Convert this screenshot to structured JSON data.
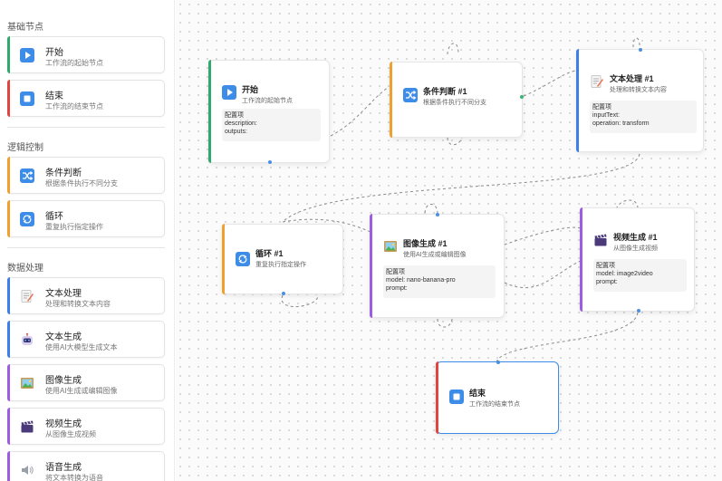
{
  "sidebar": {
    "sections": [
      {
        "title": "基础节点",
        "items": [
          {
            "label": "开始",
            "desc": "工作流的起始节点",
            "icon": "play-icon",
            "color": "#2eaa6c"
          },
          {
            "label": "结束",
            "desc": "工作流的结束节点",
            "icon": "stop-icon",
            "color": "#e0453f"
          }
        ]
      },
      {
        "title": "逻辑控制",
        "items": [
          {
            "label": "条件判断",
            "desc": "根据条件执行不同分支",
            "icon": "shuffle-icon",
            "color": "#f0a030"
          },
          {
            "label": "循环",
            "desc": "重复执行指定操作",
            "icon": "repeat-icon",
            "color": "#f0a030"
          }
        ]
      },
      {
        "title": "数据处理",
        "items": [
          {
            "label": "文本处理",
            "desc": "处理和转换文本内容",
            "icon": "memo-icon",
            "color": "#3d7ee8"
          },
          {
            "label": "文本生成",
            "desc": "使用AI大模型生成文本",
            "icon": "robot-icon",
            "color": "#3d7ee8"
          },
          {
            "label": "图像生成",
            "desc": "使用AI生成或编辑图像",
            "icon": "picture-icon",
            "color": "#9b5de5"
          },
          {
            "label": "视频生成",
            "desc": "从图像生成视频",
            "icon": "clapper-icon",
            "color": "#9b5de5"
          },
          {
            "label": "语音生成",
            "desc": "将文本转换为语音",
            "icon": "speaker-icon",
            "color": "#9b5de5"
          }
        ]
      }
    ]
  },
  "canvas": {
    "nodes": [
      {
        "id": "start",
        "title": "开始",
        "desc": "工作流的起始节点",
        "icon": "play-icon",
        "color": "#2eaa6c",
        "config_label": "配置项",
        "config": [
          "description:",
          "outputs:"
        ]
      },
      {
        "id": "condition",
        "title": "条件判断 #1",
        "desc": "根据条件执行不同分支",
        "icon": "shuffle-icon",
        "color": "#f0a030"
      },
      {
        "id": "text",
        "title": "文本处理 #1",
        "desc": "处理和转换文本内容",
        "icon": "memo-icon",
        "color": "#3d7ee8",
        "config_label": "配置项",
        "config": [
          "inputText:",
          "operation: transform"
        ]
      },
      {
        "id": "loop",
        "title": "循环 #1",
        "desc": "重复执行指定操作",
        "icon": "repeat-icon",
        "color": "#f0a030"
      },
      {
        "id": "image",
        "title": "图像生成 #1",
        "desc": "使用AI生成或编辑图像",
        "icon": "picture-icon",
        "color": "#9b5de5",
        "config_label": "配置项",
        "config": [
          "model: nano-banana-pro",
          "prompt:"
        ]
      },
      {
        "id": "video",
        "title": "视频生成 #1",
        "desc": "从图像生成视频",
        "icon": "clapper-icon",
        "color": "#9b5de5",
        "config_label": "配置项",
        "config": [
          "model: image2video",
          "prompt:"
        ]
      },
      {
        "id": "end",
        "title": "结束",
        "desc": "工作流的结束节点",
        "icon": "stop-icon",
        "color": "#e0453f",
        "selected": true
      }
    ]
  }
}
